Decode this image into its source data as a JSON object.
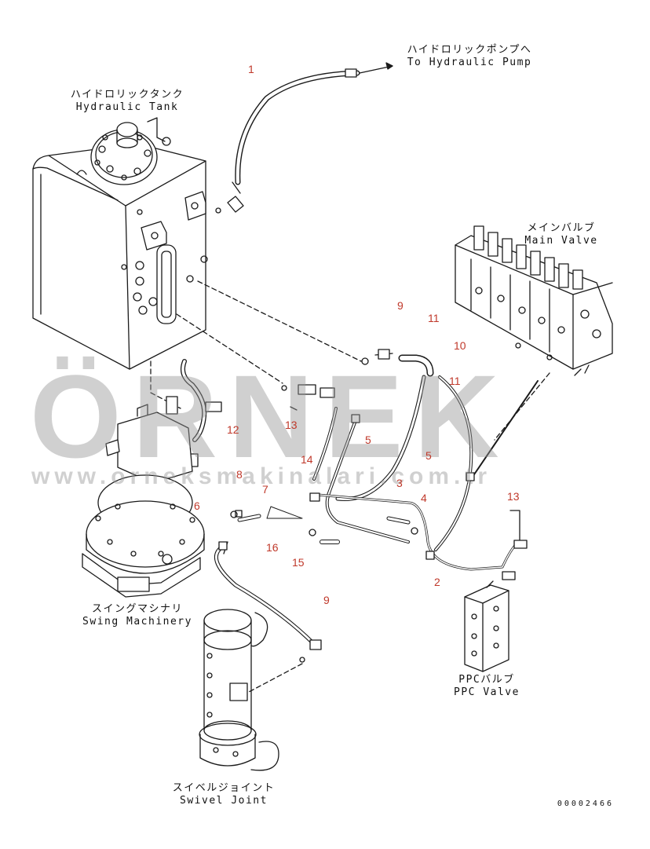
{
  "labels": {
    "pump_jp": "ハイドロリックポンプへ",
    "pump_en": "To Hydraulic Pump",
    "tank_jp": "ハイドロリックタンク",
    "tank_en": "Hydraulic Tank",
    "main_valve_jp": "メインバルブ",
    "main_valve_en": "Main Valve",
    "swing_jp": "スイングマシナリ",
    "swing_en": "Swing Machinery",
    "ppc_jp": "PPCバルブ",
    "ppc_en": "PPC Valve",
    "swivel_jp": "スイベルジョイント",
    "swivel_en": "Swivel Joint"
  },
  "callouts": [
    "1",
    "9",
    "11",
    "10",
    "11",
    "12",
    "13",
    "5",
    "5",
    "14",
    "3",
    "4",
    "13",
    "8",
    "7",
    "6",
    "16",
    "15",
    "2",
    "9"
  ],
  "watermark": {
    "brand": "ÖRNEK",
    "url": "www.orneksmakinalari.com.tr"
  },
  "document_id": "00002466",
  "colors": {
    "line": "#1a1a1a",
    "callout": "#c0392b",
    "watermark": "#9a9a9a",
    "watermark_accent": "#e8d44d"
  }
}
